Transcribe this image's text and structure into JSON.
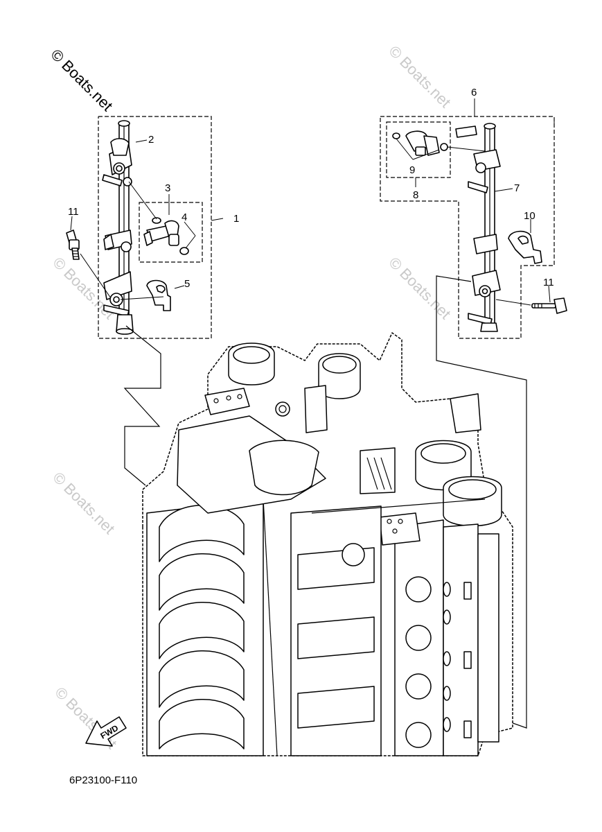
{
  "watermark": {
    "main": "© Boats.net",
    "repeat": "© Boats.net"
  },
  "callouts": [
    "1",
    "2",
    "3",
    "4",
    "5",
    "6",
    "7",
    "8",
    "9",
    "10",
    "11",
    "11"
  ],
  "fwd_label": "FWD",
  "diagram_code": "6P23100-F110"
}
